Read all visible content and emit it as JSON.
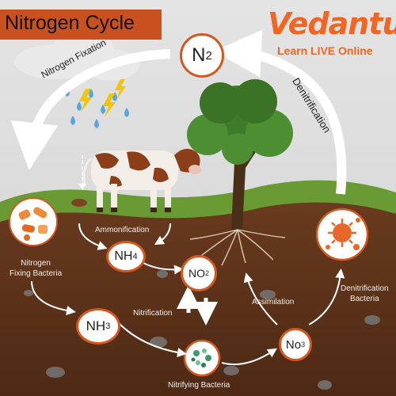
{
  "title": "Nitrogen Cycle",
  "brand": {
    "name": "Vedantu",
    "tagline": "Learn LIVE Online",
    "color": "#f26522"
  },
  "compounds": {
    "n2": "N",
    "n2_sub": "2",
    "nh4": "NH",
    "nh4_sub": "4",
    "no2": "NO",
    "no2_sub": "2",
    "nh3": "NH",
    "nh3_sub": "3",
    "no3": "No",
    "no3_sub": "3"
  },
  "process_labels": {
    "nitrogen_fixation": "Nitrogen Fixation",
    "denitrification": "Denitrification",
    "ammonification": "Ammonification",
    "nitrogen_fixing_bacteria_line1": "Nitrogen",
    "nitrogen_fixing_bacteria_line2": "Fixing Bacteria",
    "nitrification": "Nitrification",
    "assimilation": "Assimilation",
    "denitrification_bacteria_line1": "Denitrification",
    "denitrification_bacteria_line2": "Bacteria",
    "nitrifying_bacteria": "Nitrifying Bacteria"
  },
  "icons": [
    "cloud-icon",
    "rain-icon",
    "lightning-icon",
    "cow-icon",
    "tree-icon",
    "fixing-bacteria-icon",
    "nitrifying-bacteria-icon",
    "denitrification-bacteria-icon",
    "cycle-arrow-icon"
  ],
  "colors": {
    "accent": "#d4571f",
    "sky": "#d8d8d8",
    "grass": "#6a9a34",
    "soil": "#5b3218"
  }
}
